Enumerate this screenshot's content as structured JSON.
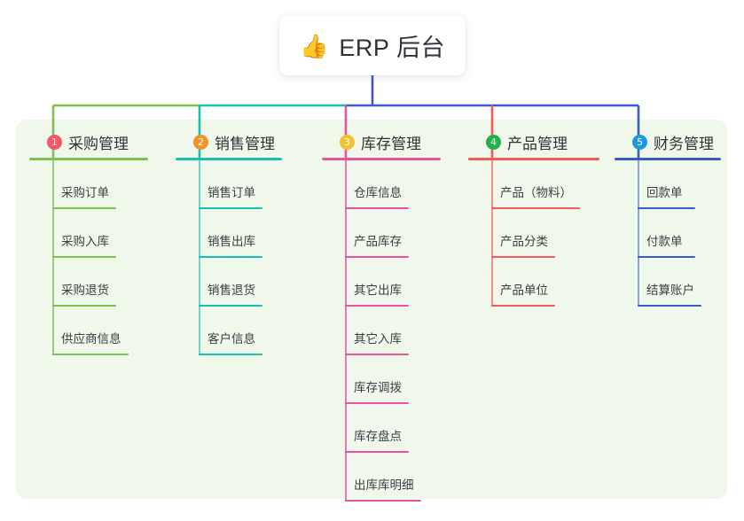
{
  "root": {
    "icon": "thumbs-up-icon",
    "emoji": "👍",
    "title": "ERP 后台"
  },
  "palette": {
    "panel_bg": "#eff8ea",
    "page_bg": "#ffffff",
    "text": "#2f3237",
    "leaf_text": "#3b3f45",
    "root_stem": "#4255c0"
  },
  "columns": [
    {
      "index": "1",
      "title": "采购管理",
      "badge_color": "#f25767",
      "line_color": "#7cc04e",
      "spine_color": "#9ccb7a",
      "items": [
        {
          "label": "采购订单",
          "rule_width": 72
        },
        {
          "label": "采购入库",
          "rule_width": 72
        },
        {
          "label": "采购退货",
          "rule_width": 72
        },
        {
          "label": "供应商信息",
          "rule_width": 86
        }
      ]
    },
    {
      "index": "2",
      "title": "销售管理",
      "badge_color": "#f0932b",
      "line_color": "#1bbfb0",
      "spine_color": "#6fd3c8",
      "items": [
        {
          "label": "销售订单",
          "rule_width": 72
        },
        {
          "label": "销售出库",
          "rule_width": 72
        },
        {
          "label": "销售退货",
          "rule_width": 72
        },
        {
          "label": "客户信息",
          "rule_width": 72
        }
      ]
    },
    {
      "index": "3",
      "title": "库存管理",
      "badge_color": "#f2c12e",
      "line_color": "#e8559f",
      "spine_color": "#e87ab3",
      "items": [
        {
          "label": "仓库信息",
          "rule_width": 72
        },
        {
          "label": "产品库存",
          "rule_width": 72
        },
        {
          "label": "其它出库",
          "rule_width": 72
        },
        {
          "label": "其它入库",
          "rule_width": 72
        },
        {
          "label": "库存调拨",
          "rule_width": 72
        },
        {
          "label": "库存盘点",
          "rule_width": 72
        },
        {
          "label": "出库库明细",
          "rule_width": 86
        }
      ]
    },
    {
      "index": "4",
      "title": "产品管理",
      "badge_color": "#22b14c",
      "line_color": "#f45a5a",
      "spine_color": "#f08c8c",
      "items": [
        {
          "label": "产品（物料）",
          "rule_width": 100
        },
        {
          "label": "产品分类",
          "rule_width": 72
        },
        {
          "label": "产品单位",
          "rule_width": 72
        }
      ]
    },
    {
      "index": "5",
      "title": "财务管理",
      "badge_color": "#2196d8",
      "line_color": "#3b5bc9",
      "spine_color": "#8aa3e0",
      "items": [
        {
          "label": "回款单",
          "rule_width": 65
        },
        {
          "label": "付款单",
          "rule_width": 65
        },
        {
          "label": "结算账户",
          "rule_width": 72
        }
      ]
    }
  ]
}
